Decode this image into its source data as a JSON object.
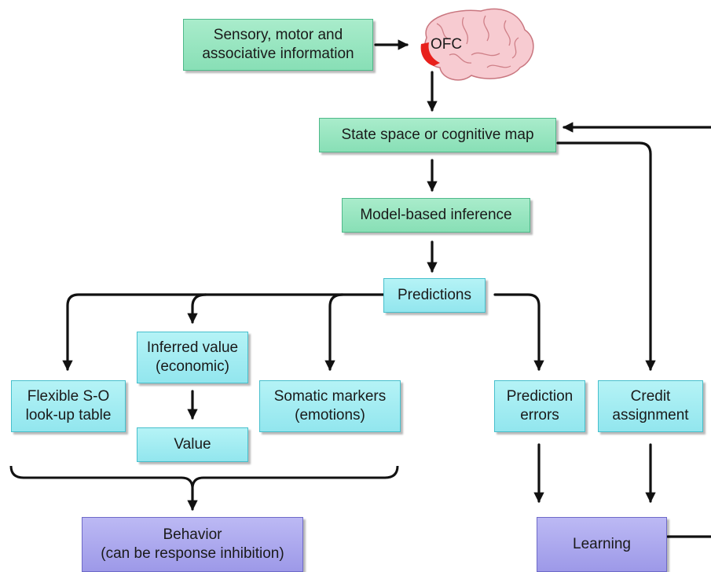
{
  "nodes": {
    "sensory": "Sensory, motor and\nassociative information",
    "ofc": "OFC",
    "state_space": "State space or cognitive map",
    "model_based": "Model-based inference",
    "predictions": "Predictions",
    "flexible_so": "Flexible S-O\nlook-up table",
    "inferred_value": "Inferred value\n(economic)",
    "value": "Value",
    "somatic": "Somatic markers\n(emotions)",
    "prediction_errors": "Prediction\nerrors",
    "credit": "Credit\nassignment",
    "behavior": "Behavior\n(can be response inhibition)",
    "learning": "Learning"
  },
  "colors": {
    "green_box": "#95e4be",
    "cyan_box": "#a2ecf2",
    "purple_box": "#aca8ee",
    "ofc_highlight": "#e8201c",
    "brain": "#f6c9cf",
    "arrow": "#111111"
  }
}
